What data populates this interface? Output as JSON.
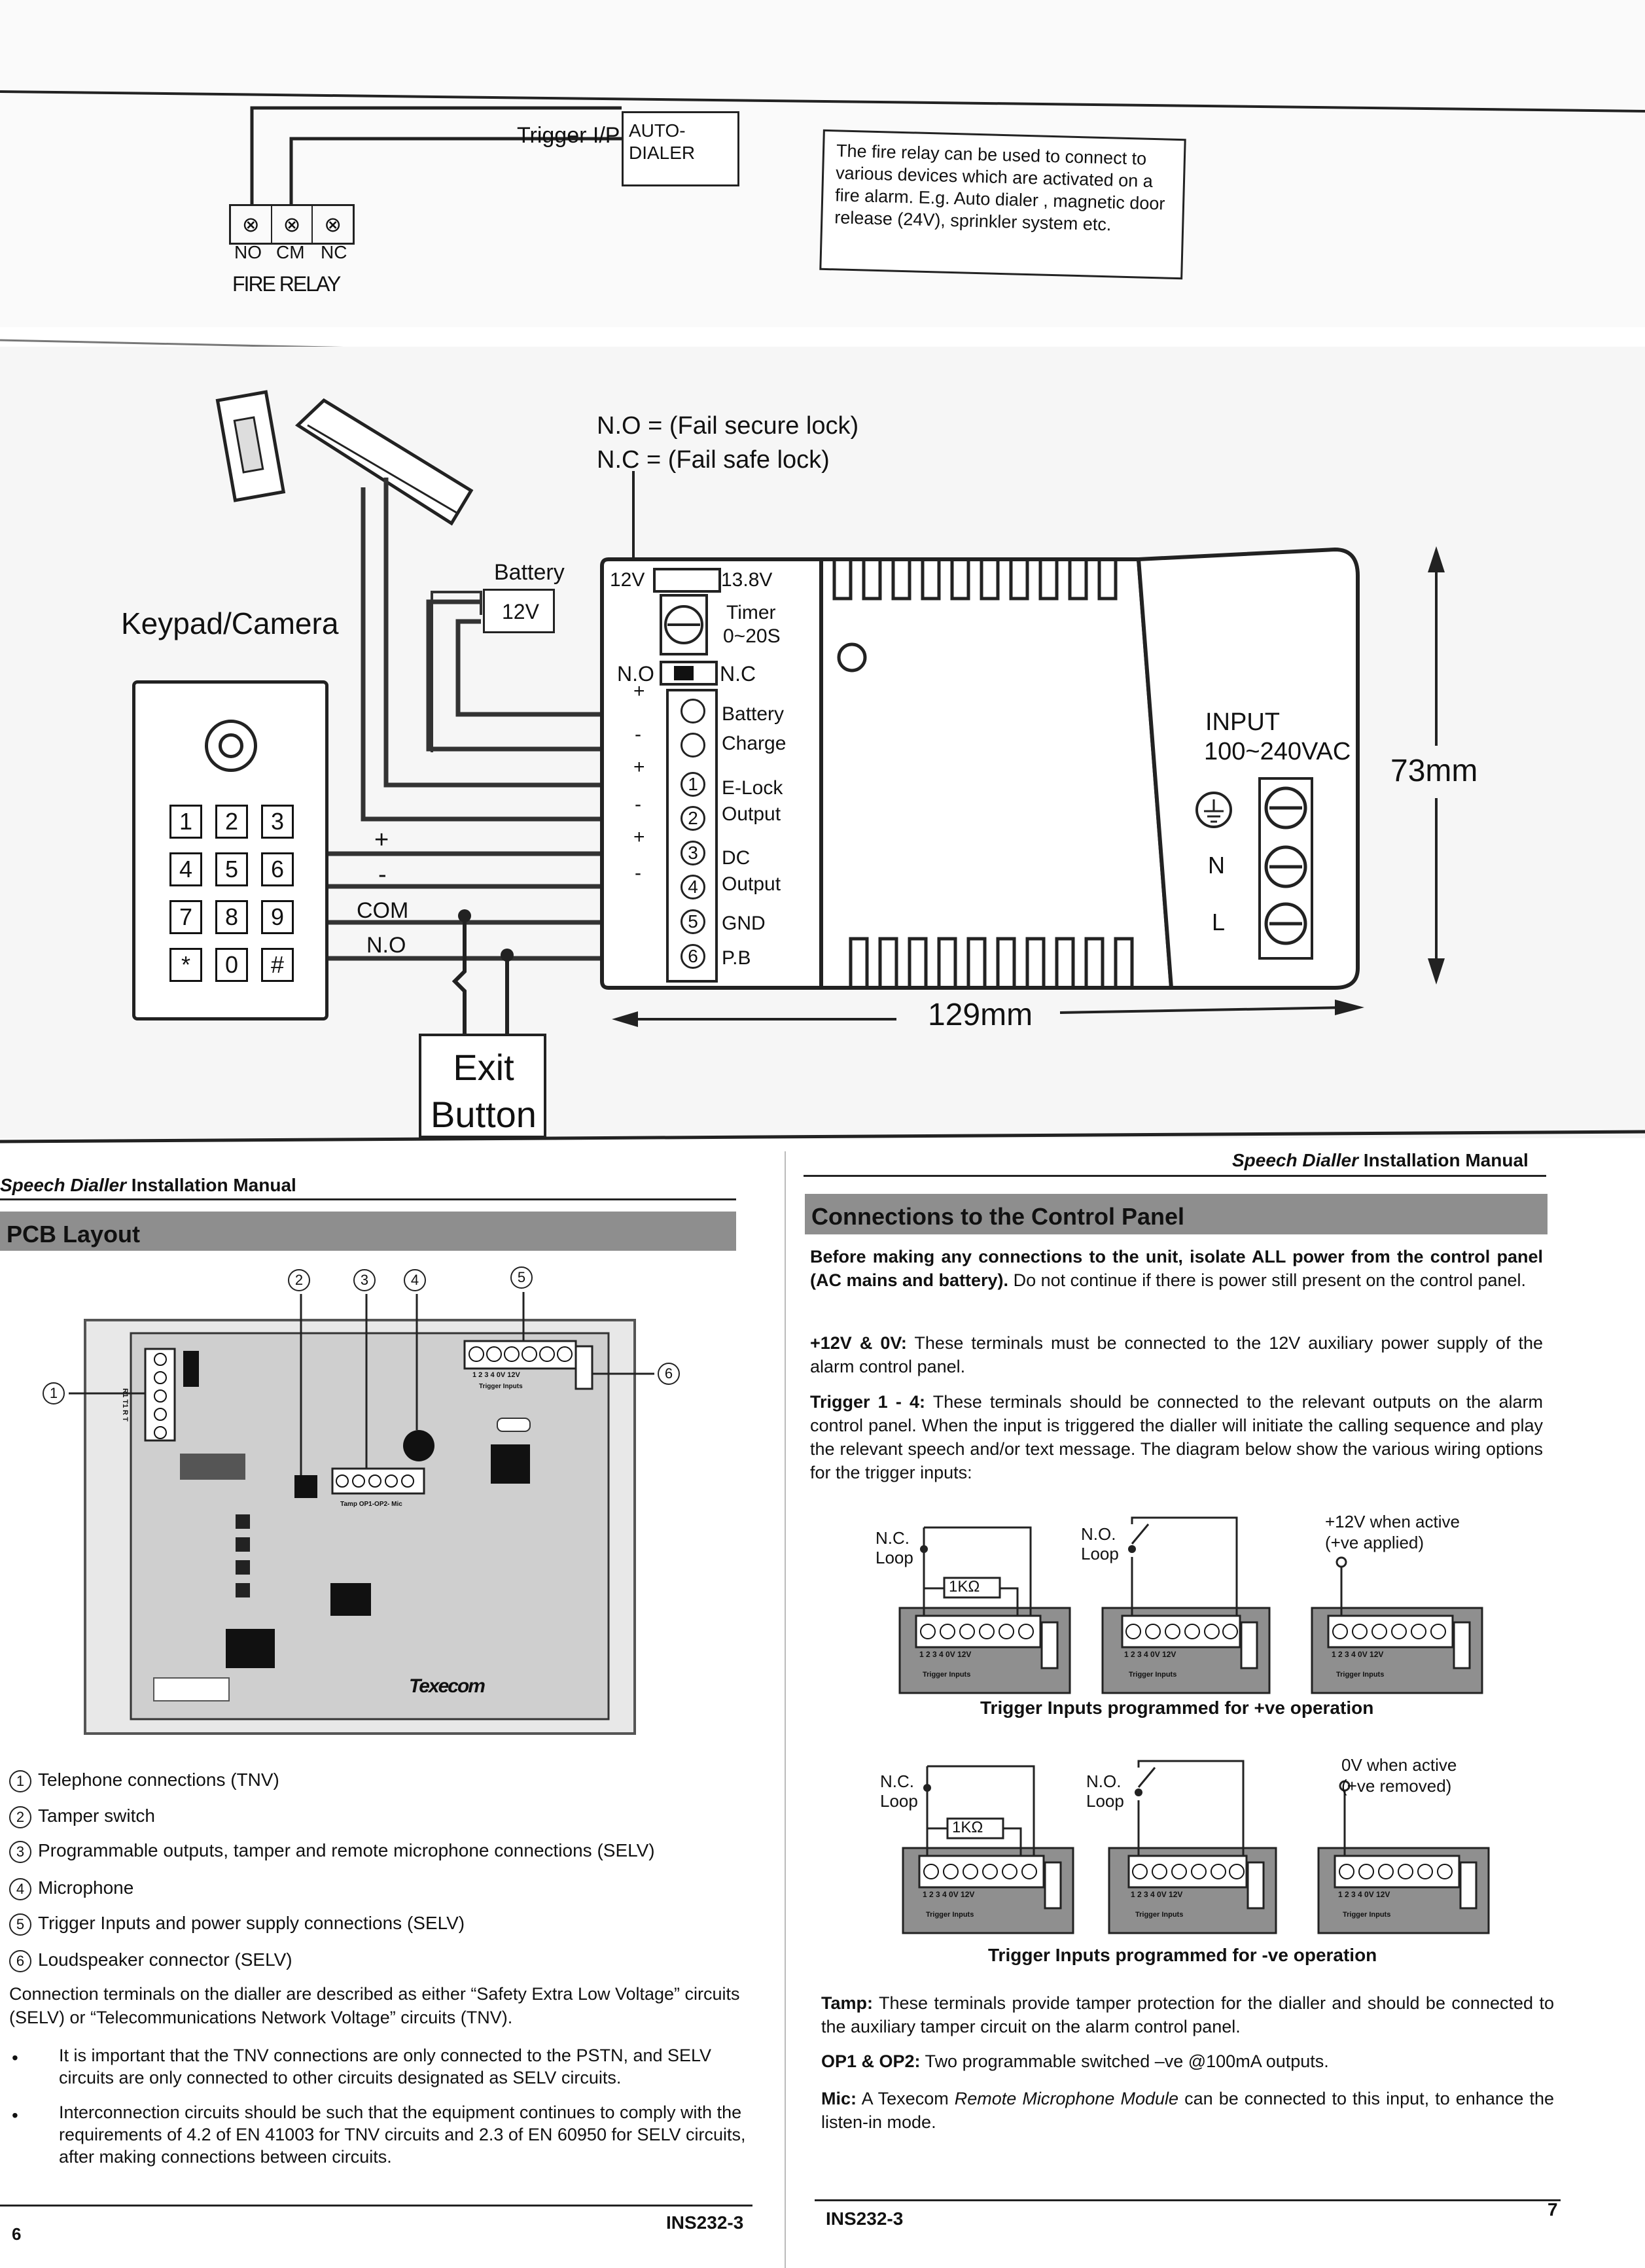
{
  "top_section": {
    "autodialer_label": "AUTO-\nDIALER",
    "trigger_label": "Trigger I/P",
    "relay_terminals": [
      "NO",
      "CM",
      "NC"
    ],
    "relay_label": "FIRE RELAY",
    "note": "The fire relay can be used to connect to various devices which are activated on a fire alarm. E.g. Auto dialer , magnetic door release (24V), sprinkler system etc."
  },
  "wiring_diagram": {
    "no_label": "N.O = (Fail secure lock)",
    "nc_label": "N.C = (Fail safe lock)",
    "keypad_title": "Keypad/Camera",
    "keypad_keys": [
      "1",
      "2",
      "3",
      "4",
      "5",
      "6",
      "7",
      "8",
      "9",
      "*",
      "0",
      "#"
    ],
    "battery_label": "Battery",
    "battery_voltage": "12V",
    "jumper_12v": "12V",
    "jumper_138v": "13.8V",
    "timer_label": "Timer",
    "timer_range": "0~20S",
    "switch_no": "N.O",
    "switch_nc": "N.C",
    "terminal_labels": [
      "Battery",
      "Charge",
      "E-Lock",
      "Output",
      "DC",
      "Output",
      "GND",
      "P.B"
    ],
    "terminal_numbers": [
      "1",
      "2",
      "3",
      "4",
      "5",
      "6"
    ],
    "polarity": [
      "+",
      "-",
      "+",
      "-",
      "+",
      "-"
    ],
    "wire_plus": "+",
    "wire_minus": "-",
    "wire_com": "COM",
    "wire_no": "N.O",
    "input_label": "INPUT",
    "input_range": "100~240VAC",
    "mains_n": "N",
    "mains_l": "L",
    "height_dim": "73mm",
    "width_dim": "129mm",
    "exit_button": "Exit Button"
  },
  "left_page": {
    "header_italic": "Speech Dialler",
    "header_rest": " Installation Manual",
    "section_title": "PCB Layout",
    "callouts": [
      "1",
      "2",
      "3",
      "4",
      "5",
      "6"
    ],
    "board_label_trigger": "1  2  3  4  0V 12V",
    "board_label_trigger_sub": "Trigger Inputs",
    "board_label_op": "Tamp  OP1-OP2- Mic",
    "board_brand": "Texecom",
    "board_side_labels": "R1 T1 R T",
    "legend": [
      {
        "n": "1",
        "text": "Telephone connections (TNV)"
      },
      {
        "n": "2",
        "text": "Tamper switch"
      },
      {
        "n": "3",
        "text": "Programmable outputs, tamper and remote microphone connections (SELV)"
      },
      {
        "n": "4",
        "text": "Microphone"
      },
      {
        "n": "5",
        "text": "Trigger Inputs and power supply connections (SELV)"
      },
      {
        "n": "6",
        "text": "Loudspeaker connector (SELV)"
      }
    ],
    "intro": "Connection terminals on the dialler are described as either “Safety Extra Low Voltage” circuits (SELV) or “Telecommunications Network Voltage” circuits (TNV).",
    "bullets": [
      "It is important that the TNV connections are only connected to the PSTN, and SELV circuits are only connected to other circuits designated as SELV circuits.",
      "Interconnection circuits should be such that the equipment continues to comply with the requirements of 4.2 of EN 41003 for TNV circuits and 2.3 of EN 60950 for SELV circuits, after making connections between circuits."
    ],
    "page_number": "6",
    "doc_code": "INS232-3"
  },
  "right_page": {
    "header_italic": "Speech Dialler",
    "header_rest": " Installation Manual",
    "section_title": "Connections to the Control Panel",
    "p1_bold": "Before making any connections to the unit, isolate ALL power from the control panel (AC mains and battery).",
    "p1_rest": " Do not continue if there is power still present on the control panel.",
    "p2_bold": "+12V & 0V:",
    "p2_rest": " These terminals must be connected to the 12V auxiliary power supply of the alarm control panel.",
    "p3_bold": "Trigger 1 - 4:",
    "p3_rest": " These terminals should be connected to the relevant outputs on the alarm control panel. When the input is triggered the dialler will initiate the calling sequence and play the relevant speech and/or text message. The diagram below show the various wiring options for the trigger inputs:",
    "nc_loop": "N.C.\nLoop",
    "no_loop": "N.O.\nLoop",
    "resistor": "1KΩ",
    "active_pos": "+12V when active\n(+ve applied)",
    "active_neg": "0V when active\n(+ve removed)",
    "mini_terminal_labels": "1  2  3  4  0V 12V",
    "mini_trigger_sub": "Trigger Inputs",
    "caption_pos": "Trigger Inputs programmed for +ve operation",
    "caption_neg": "Trigger Inputs programmed for -ve operation",
    "p4_bold": "Tamp:",
    "p4_rest": " These terminals provide tamper protection for the dialler and should be connected to the auxiliary tamper circuit on the alarm control panel.",
    "p5_bold": "OP1 & OP2:",
    "p5_rest": " Two programmable switched –ve @100mA outputs.",
    "p6_bold": "Mic:",
    "p6_mid": " A Texecom ",
    "p6_italic": "Remote Microphone Module",
    "p6_rest": " can be connected to this input, to enhance the listen-in mode.",
    "page_number": "7",
    "doc_code": "INS232-3"
  }
}
